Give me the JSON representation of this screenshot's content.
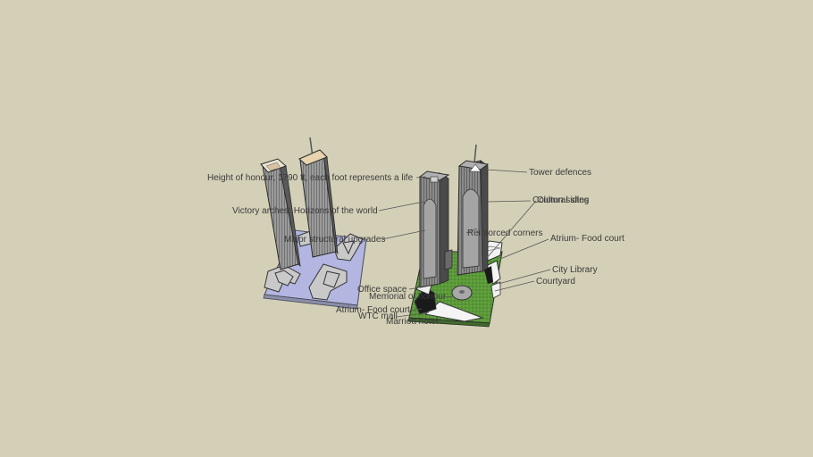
{
  "scene": {
    "background_color": "#d4d0b7",
    "labels": {
      "height_of_honour": "Height of honour, 1790 ft, each foot represents a life",
      "victory_arches": "Victory arches: Horizons of the world",
      "major_structural_upgrades": "Major structural upgrades",
      "tower_defences": "Tower defences",
      "column_siding": "Column siding",
      "cultural_sites": "Cultural sites",
      "reinforced_corners": "Reinforced corners",
      "atrium_food_court_right": "Atrium- Food court",
      "city_library": "City Library",
      "courtyard": "Courtyard",
      "office_space": "Office space",
      "memorial_of_honour": "Memorial of honour",
      "atrium_food_court_left": "Atrium- Food court",
      "wtc_mall": "WTC mall",
      "marriott_hotel": "Marriott hotel"
    }
  }
}
